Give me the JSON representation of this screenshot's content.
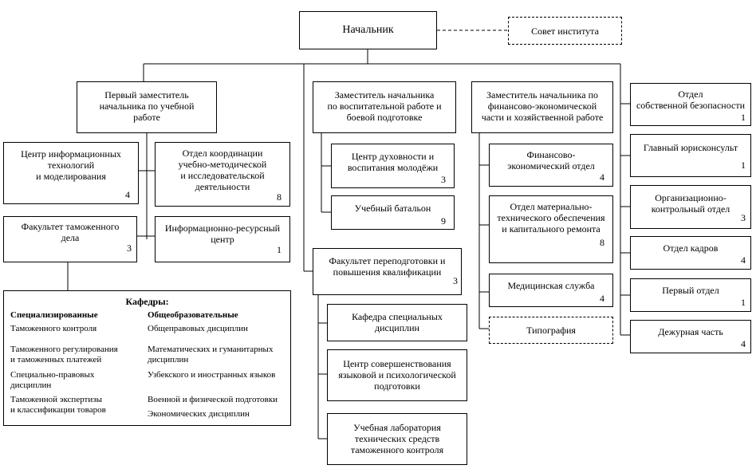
{
  "nodes": {
    "head": {
      "label": "Начальник"
    },
    "council": {
      "label": "Совет института"
    },
    "first_deputy": {
      "label": "Первый заместитель\nначальника по учебной\nработе"
    },
    "deputy_edu": {
      "label": "Заместитель начальника\nпо воспитательной работе и\nбоевой подготовке"
    },
    "deputy_fin": {
      "label": "Заместитель начальника по\nфинансово-экономической\nчасти и хозяйственной работе"
    },
    "security": {
      "label": "Отдел\nсобственной безопасности",
      "num": "1"
    },
    "info_center": {
      "label": "Центр информационных\nтехнологий\nи моделирования",
      "num": "4"
    },
    "coord_dept": {
      "label": "Отдел координации\nучебно-методической\nи исследовательской\nдеятельности",
      "num": "8"
    },
    "customs_faculty": {
      "label": "Факультет таможенного\nдела",
      "num": "3"
    },
    "info_resource": {
      "label": "Информационно-ресурсный\nцентр",
      "num": "1"
    },
    "spirit_center": {
      "label": "Центр духовности и\nвоспитания молодёжи",
      "num": "3"
    },
    "battalion": {
      "label": "Учебный батальон",
      "num": "9"
    },
    "retraining_faculty": {
      "label": "Факультет переподготовки и\nповышения квалификации",
      "num": "3"
    },
    "special_dept": {
      "label": "Кафедра специальных\nдисциплин"
    },
    "lang_center": {
      "label": "Центр совершенствования\nязыковой и психологической\nподготовки"
    },
    "lab": {
      "label": "Учебная лаборатория\nтехнических средств\nтаможенного контроля"
    },
    "fin_dept": {
      "label": "Финансово-\nэкономический отдел",
      "num": "4"
    },
    "supply_dept": {
      "label": "Отдел материально-\nтехнического обеспечения\nи капитального ремонта",
      "num": "8"
    },
    "medical": {
      "label": "Медицинская служба",
      "num": "4"
    },
    "printing": {
      "label": "Типография"
    },
    "lawyer": {
      "label": "Главный юрисконсульт",
      "num": "1"
    },
    "org_control": {
      "label": "Организационно-\nконтрольный отдел",
      "num": "3"
    },
    "hr": {
      "label": "Отдел кадров",
      "num": "4"
    },
    "first_dept": {
      "label": "Первый отдел",
      "num": "1"
    },
    "duty": {
      "label": "Дежурная часть",
      "num": "4"
    }
  },
  "departments": {
    "title": "Кафедры:",
    "specialized": {
      "heading": "Специализированные",
      "items": [
        "Таможенного контроля",
        "Таможенного регулирования\nи таможенных платежей",
        "Специально-правовых\nдисциплин",
        "Таможенной экспертизы\nи классификации товаров"
      ]
    },
    "general": {
      "heading": "Общеобразовательные",
      "items": [
        "Общеправовых дисциплин",
        "Математических  и  гуманитарных\nдисциплин",
        "Узбекского и иностранных языков",
        "Военной и физической подготовки",
        "Экономических дисциплин"
      ]
    }
  }
}
